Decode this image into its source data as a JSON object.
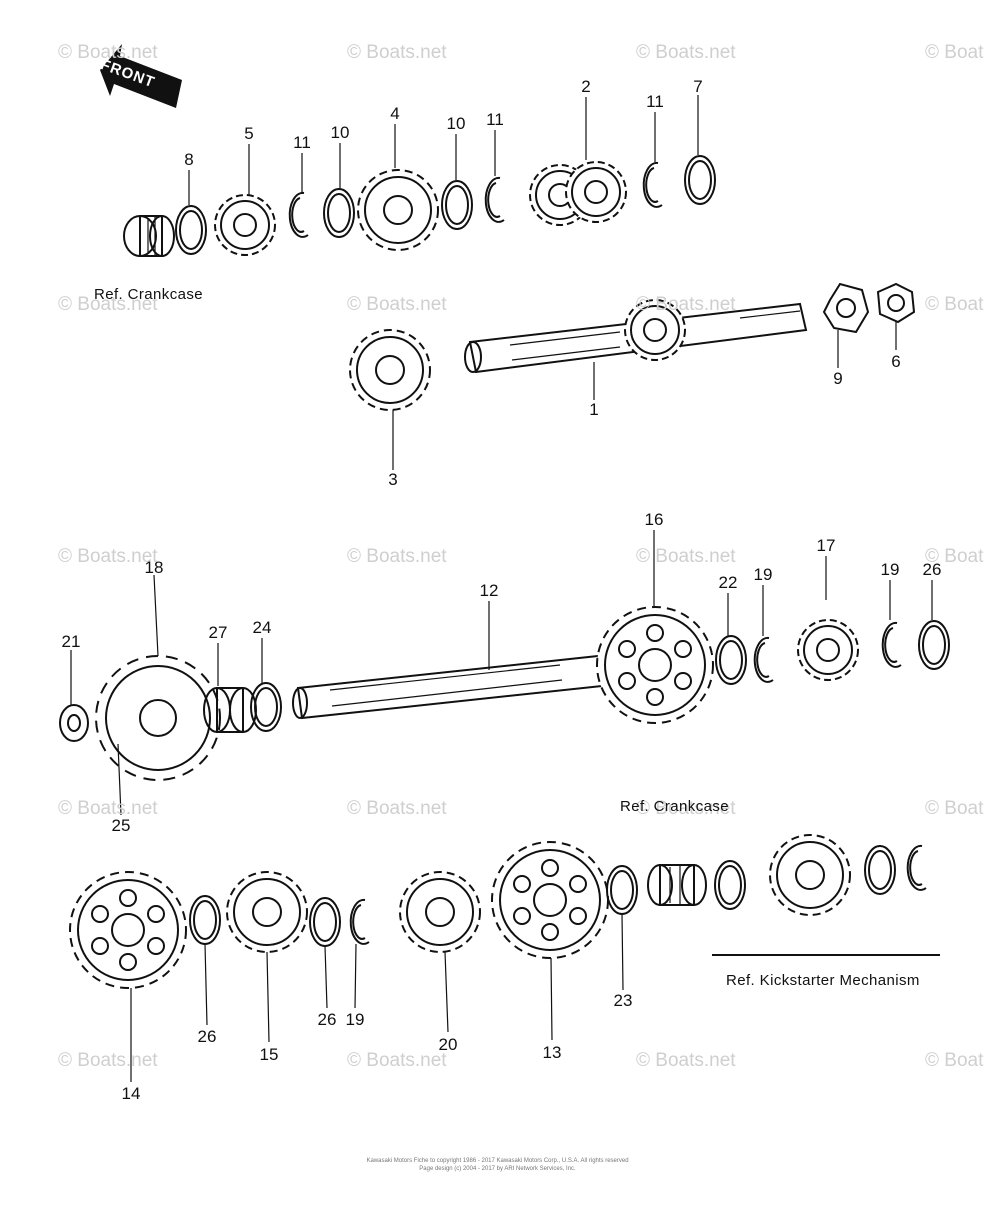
{
  "front_arrow": {
    "label": "FRONT"
  },
  "watermark": "© Boats.net",
  "watermark_partial": "© Boat",
  "refs": {
    "crankcase_top": "Ref. Crankcase",
    "crankcase_mid": "Ref. Crankcase",
    "kickstarter": "Ref.  Kickstarter  Mechanism"
  },
  "callouts": [
    "8",
    "5",
    "11",
    "10",
    "4",
    "10",
    "11",
    "2",
    "11",
    "7",
    "1",
    "3",
    "9",
    "6",
    "12",
    "16",
    "17",
    "18",
    "21",
    "27",
    "24",
    "22",
    "19",
    "19",
    "26",
    "25",
    "14",
    "26",
    "15",
    "26",
    "19",
    "20",
    "13",
    "23"
  ],
  "footer": {
    "line1": "Kawasaki Motors Fiche to copyright 1986 - 2017 Kawasaki Motors Corp., U.S.A. All rights reserved",
    "line2": "Page design (c) 2004 - 2017 by ARI Network Services, Inc."
  }
}
